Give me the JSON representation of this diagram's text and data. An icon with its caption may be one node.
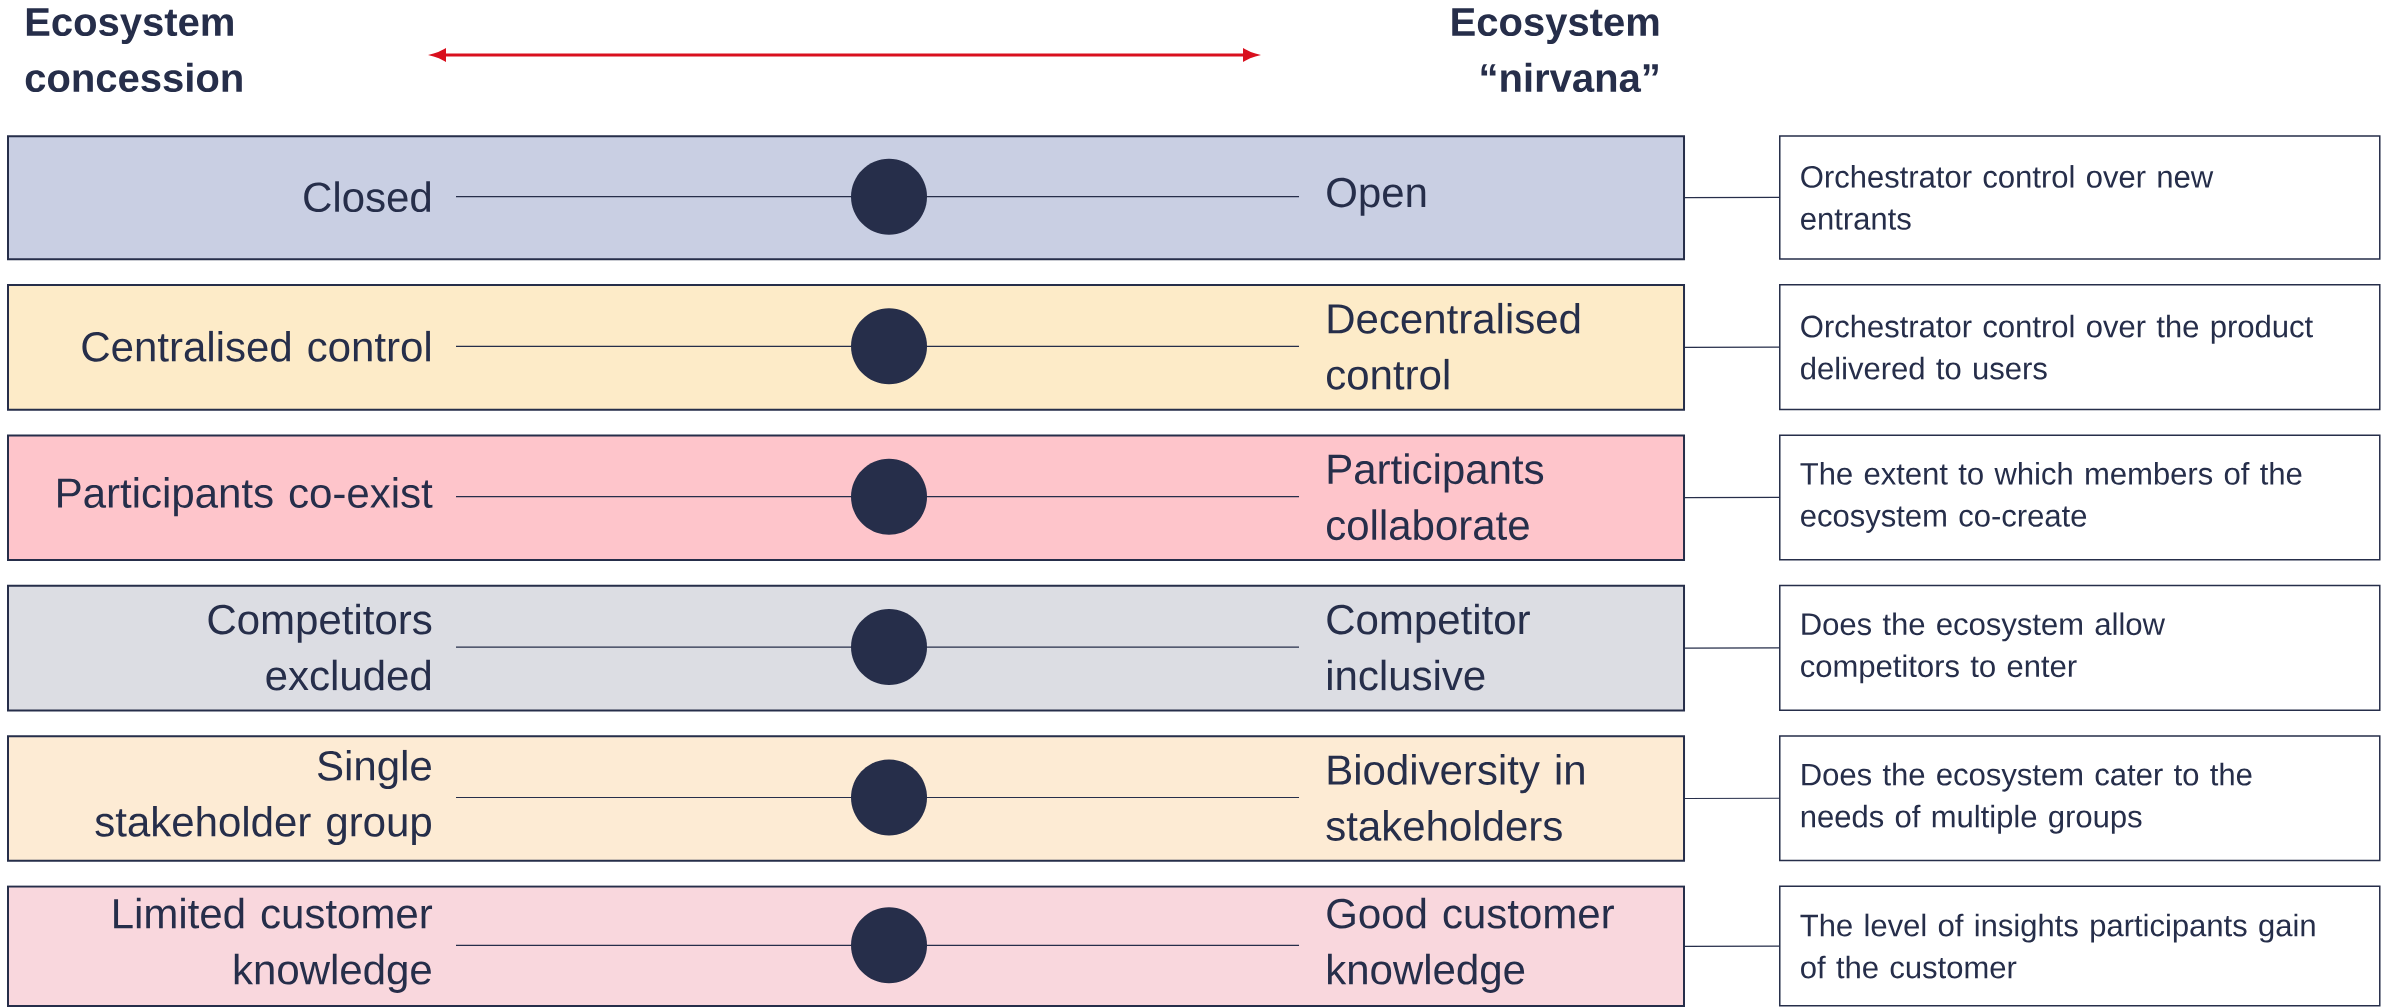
{
  "diagram": {
    "nodes": [
      {
        "text": [
          "Closed",
          "Open"
        ]
      },
      {
        "text": [
          "Orchestrator control over new entrants"
        ]
      },
      {
        "text": [
          "Centralised control",
          "Decentralised control"
        ]
      },
      {
        "text": [
          "Orchestrator control over the product delivered to users"
        ]
      },
      {
        "text": [
          "Participants co-exist",
          "Participants collaborate"
        ]
      },
      {
        "text": [
          "The extent to which members of the ecosystem co-create"
        ]
      },
      {
        "text": [
          "Competitors excluded",
          "Competitor inclusive"
        ]
      },
      {
        "text": [
          "Does the ecosystem allow competitors to enter"
        ]
      },
      {
        "text": [
          "Single stakeholder group",
          "Biodiversity in stakeholders"
        ]
      },
      {
        "text": [
          "Does the ecosystem cater to the needs of multiple groups"
        ]
      },
      {
        "text": [
          "Limited customer knowledge",
          "Good customer knowledge"
        ]
      },
      {
        "text": [
          "The level of insights participants gain of the customer"
        ]
      }
    ],
    "edges": [
      {
        "from": 0,
        "to": 1,
        "arrow": "none"
      },
      {
        "from": 2,
        "to": 3,
        "arrow": "none"
      },
      {
        "from": 4,
        "to": 5,
        "arrow": "none"
      },
      {
        "from": 6,
        "to": 7,
        "arrow": "none"
      },
      {
        "from": 8,
        "to": 9,
        "arrow": "none"
      },
      {
        "from": 10,
        "to": 11,
        "arrow": "none"
      }
    ],
    "labels": [
      "Ecosystem concession",
      "Ecosystem “nirvana”"
    ]
  }
}
